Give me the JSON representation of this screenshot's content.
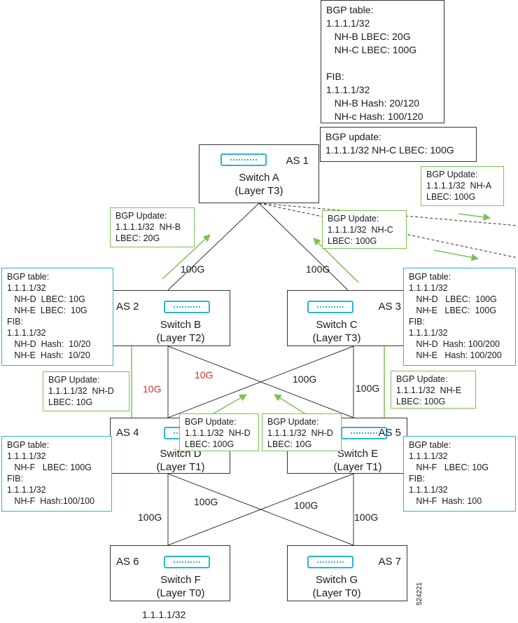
{
  "top_panel": {
    "bgp_table": [
      "BGP table:",
      "1.1.1.1/32",
      "   NH-B LBEC: 20G",
      "   NH-C LBEC: 100G",
      "",
      "FIB:",
      "1.1.1.1/32",
      "   NH-B Hash: 20/120",
      "   NH-c Hash: 100/120"
    ],
    "bgp_update": [
      "BGP update:",
      "1.1.1.1/32 NH-C LBEC: 100G"
    ]
  },
  "switches": {
    "a": {
      "as": "AS 1",
      "name": "Switch A",
      "layer": "(Layer T3)"
    },
    "b": {
      "as": "AS 2",
      "name": "Switch B",
      "layer": "(Layer T2)"
    },
    "c": {
      "as": "AS 3",
      "name": "Switch C",
      "layer": "(Layer T3)"
    },
    "d": {
      "as": "AS 4",
      "name": "Switch D",
      "layer": "(Layer T1)"
    },
    "e": {
      "as": "AS 5",
      "name": "Switch E",
      "layer": "(Layer T1)"
    },
    "f": {
      "as": "AS 6",
      "name": "Switch F",
      "layer": "(Layer T0)"
    },
    "g": {
      "as": "AS 7",
      "name": "Switch G",
      "layer": "(Layer T0)"
    }
  },
  "tables": {
    "b": [
      "BGP table:",
      "1.1.1.1/32",
      "   NH-D  LBEC: 10G",
      "   NH-E  LBEC:  10G",
      "FIB:",
      "1.1.1.1/32",
      "   NH-D  Hash:  10/20",
      "   NH-E  Hash:  10/20"
    ],
    "c": [
      "BGP table:",
      "1.1.1.1/32",
      "   NH-D   LBEC:  100G",
      "   NH-E   LBEC:  100G",
      "FIB:",
      "1.1.1.1/32",
      "   NH-D  Hash: 100/200",
      "   NH-E   Hash: 100/200"
    ],
    "d": [
      "BGP table:",
      "1.1.1.1/32",
      "   NH-F   LBEC: 100G",
      "FIB:",
      "1.1.1.1/32",
      "   NH-F  Hash:100/100"
    ],
    "e": [
      "BGP table:",
      "1.1.1.1/32",
      "   NH-F   LBEC: 10G",
      "FIB:",
      "1.1.1.1/32",
      "   NH-F  Hash: 100"
    ]
  },
  "updates": {
    "a_out": [
      "BGP Update:",
      "1.1.1.1/32  NH-A",
      "LBEC: 100G"
    ],
    "b_to_a": [
      "BGP Update:",
      "1.1.1.1/32  NH-B",
      "LBEC: 20G"
    ],
    "c_to_a": [
      "BGP Update:",
      "1.1.1.1/32  NH-C",
      "LBEC: 100G"
    ],
    "d_to_b": [
      "BGP Update:",
      "1.1.1.1/32  NH-D",
      "LBEC: 10G"
    ],
    "e_to_c": [
      "BGP Update:",
      "1.1.1.1/32  NH-E",
      "LBEC: 100G"
    ],
    "d_to_c": [
      "BGP Update:",
      "1.1.1.1/32  NH-D",
      "LBEC: 100G"
    ],
    "e_to_b": [
      "BGP Update:",
      "1.1.1.1/32  NH-D",
      "LBEC: 10G"
    ]
  },
  "links": {
    "a_b": "100G",
    "a_c": "100G",
    "b_d": "10G",
    "b_e": "10G",
    "c_d": "100G",
    "c_e": "100G",
    "d_f": "100G",
    "d_g": "100G",
    "e_f": "100G",
    "e_g": "100G"
  },
  "colors": {
    "switch_icon": "#2bb3d9",
    "update_border": "#7cc151",
    "degraded_link": "#d9302b"
  },
  "prefix": "1.1.1.1/32",
  "figure_id": "524221"
}
